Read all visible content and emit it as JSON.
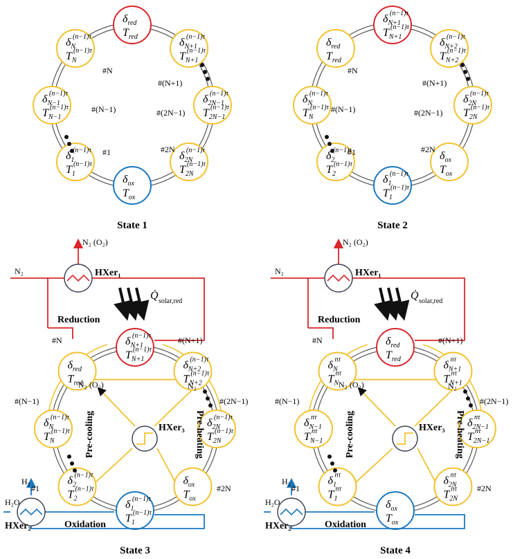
{
  "symbols": {
    "delta": "δ",
    "T": "T",
    "sup_prev": "(n−1)τ",
    "sup_cur": "nτ",
    "red": "red",
    "ox": "ox"
  },
  "indices": {
    "N": "N",
    "N_1": "N−1",
    "N1": "N+1",
    "N2": "N+2",
    "one": "1",
    "two": "2",
    "twoN": "2N",
    "twoN_1": "2N−1"
  },
  "position_labels": {
    "pN": "#N",
    "pN1": "#(N+1)",
    "pN_1": "#(N−1)",
    "p2N_1": "#(2N−1)",
    "p1": "#1",
    "p2N": "#2N"
  },
  "captions": {
    "s1": "State 1",
    "s2": "State 2",
    "s3": "State 3",
    "s4": "State 4"
  },
  "process": {
    "reduction": "Reduction",
    "oxidation": "Oxidation",
    "precooling": "Pre-cooling",
    "preheating": "Pre-heating",
    "q_solar": "Q̇",
    "q_sub": "solar,red",
    "hxer1": "HXer₁",
    "hxer2": "HXer₂",
    "hxer3": "HXer₃",
    "n2": "N₂",
    "n2o2": "N₂ (O₂)",
    "h2": "H₂",
    "h2o": "H₂O"
  },
  "colors": {
    "yellow": "#F2C230",
    "red": "#D9262B",
    "blue": "#1B78BE",
    "dark": "#3D4454",
    "black": "#111111",
    "track": "#555555"
  }
}
